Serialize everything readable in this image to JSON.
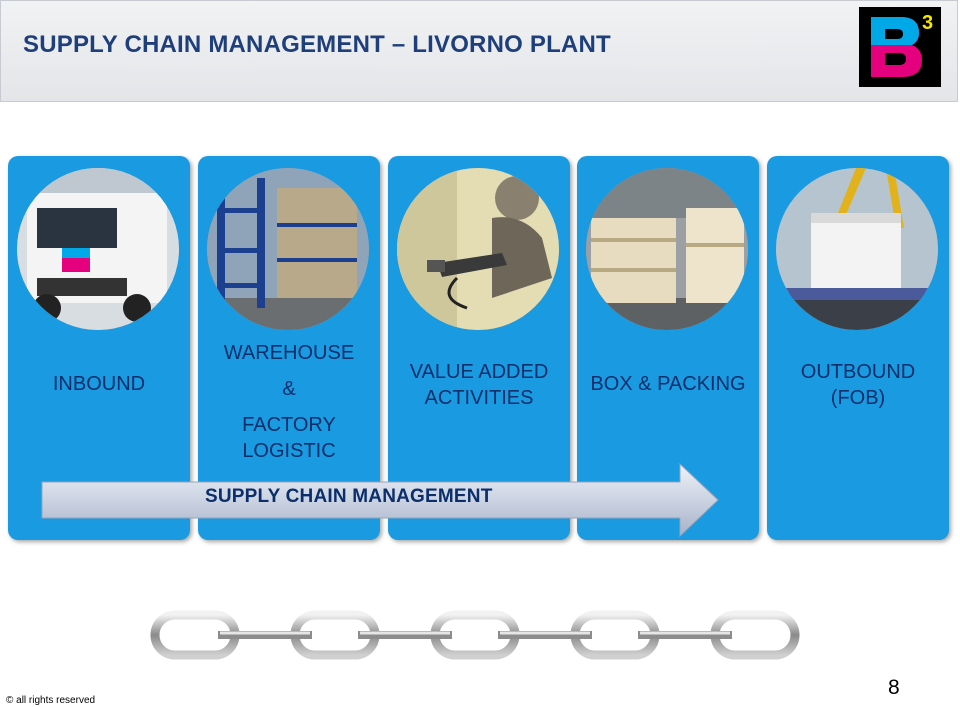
{
  "header": {
    "title": "SUPPLY CHAIN MANAGEMENT – LIVORNO PLANT",
    "logo_text": "B",
    "logo_superscript": "3"
  },
  "panels": [
    {
      "lines": [
        "INBOUND"
      ],
      "image": "truck-photo"
    },
    {
      "lines": [
        "WAREHOUSE",
        "&",
        "FACTORY",
        "LOGISTIC"
      ],
      "image": "warehouse-racks-photo"
    },
    {
      "lines": [
        "VALUE ADDED",
        "ACTIVITIES"
      ],
      "image": "spray-painting-photo"
    },
    {
      "lines": [
        "BOX & PACKING"
      ],
      "image": "wooden-crates-photo"
    },
    {
      "lines": [
        "OUTBOUND",
        "(FOB)"
      ],
      "image": "crane-loading-photo"
    }
  ],
  "arrow": {
    "label": "SUPPLY CHAIN MANAGEMENT"
  },
  "footer": {
    "copyright": "© all rights reserved",
    "page_number": "8"
  },
  "colors": {
    "panel": "#1a9ae0",
    "title": "#1f3f7a",
    "label": "#0b2f6b"
  }
}
